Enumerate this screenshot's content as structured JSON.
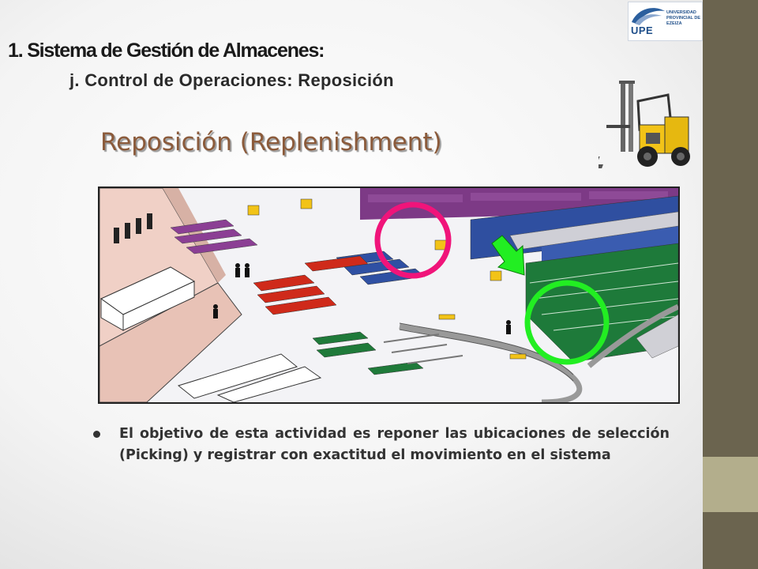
{
  "header": {
    "title": "1. Sistema de Gestión de Almacenes:",
    "subtitle": "j. Control de Operaciones: Reposición"
  },
  "slide": {
    "heading": "Reposición (Replenishment)",
    "bullet": "El objetivo de esta actividad es reponer las ubicaciones de selección (Picking) y registrar con exactitud el movimiento en el sistema"
  },
  "logo": {
    "abbr": "UPE",
    "name": "UNIVERSIDAD PROVINCIAL DE EZEIZA"
  },
  "icons": [
    "forklift-icon",
    "warehouse-illustration",
    "pink-circle-highlight",
    "green-circle-highlight",
    "green-arrow-icon"
  ],
  "colors": {
    "sidebar_dark": "#6b644f",
    "sidebar_light": "#b3ae8c",
    "heading_brown": "#8b5a3a",
    "highlight_pink": "#f0147a",
    "highlight_green": "#22ee22"
  }
}
